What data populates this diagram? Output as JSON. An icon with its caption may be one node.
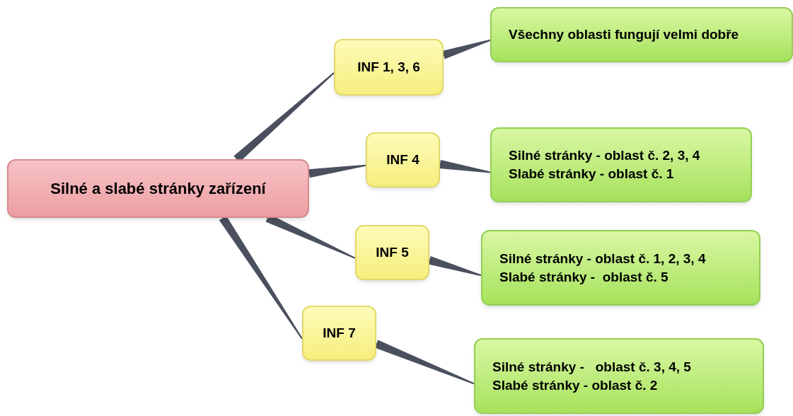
{
  "diagram": {
    "nodes": [
      {
        "text": [
          "Silné a slabé stránky zařízení"
        ]
      },
      {
        "text": [
          "INF 1, 3, 6"
        ]
      },
      {
        "text": [
          "Všechny oblasti fungují velmi dobře"
        ]
      },
      {
        "text": [
          "INF 4"
        ]
      },
      {
        "text": [
          "Silné stránky - oblast č. 2, 3, 4",
          "Slabé stránky - oblast č. 1"
        ]
      },
      {
        "text": [
          "INF 5"
        ]
      },
      {
        "text": [
          "Silné stránky - oblast č. 1, 2, 3, 4",
          "Slabé stránky -  oblast č. 5"
        ]
      },
      {
        "text": [
          "INF 7"
        ]
      },
      {
        "text": [
          "Silné stránky -   oblast č. 3, 4, 5",
          "Slabé stránky - oblast č. 2"
        ]
      }
    ],
    "edges": [
      {
        "from": 0,
        "to": 1,
        "arrow": "none"
      },
      {
        "from": 1,
        "to": 2,
        "arrow": "none"
      },
      {
        "from": 0,
        "to": 3,
        "arrow": "none"
      },
      {
        "from": 3,
        "to": 4,
        "arrow": "none"
      },
      {
        "from": 0,
        "to": 5,
        "arrow": "none"
      },
      {
        "from": 5,
        "to": 6,
        "arrow": "none"
      },
      {
        "from": 0,
        "to": 7,
        "arrow": "none"
      },
      {
        "from": 7,
        "to": 8,
        "arrow": "none"
      }
    ]
  }
}
